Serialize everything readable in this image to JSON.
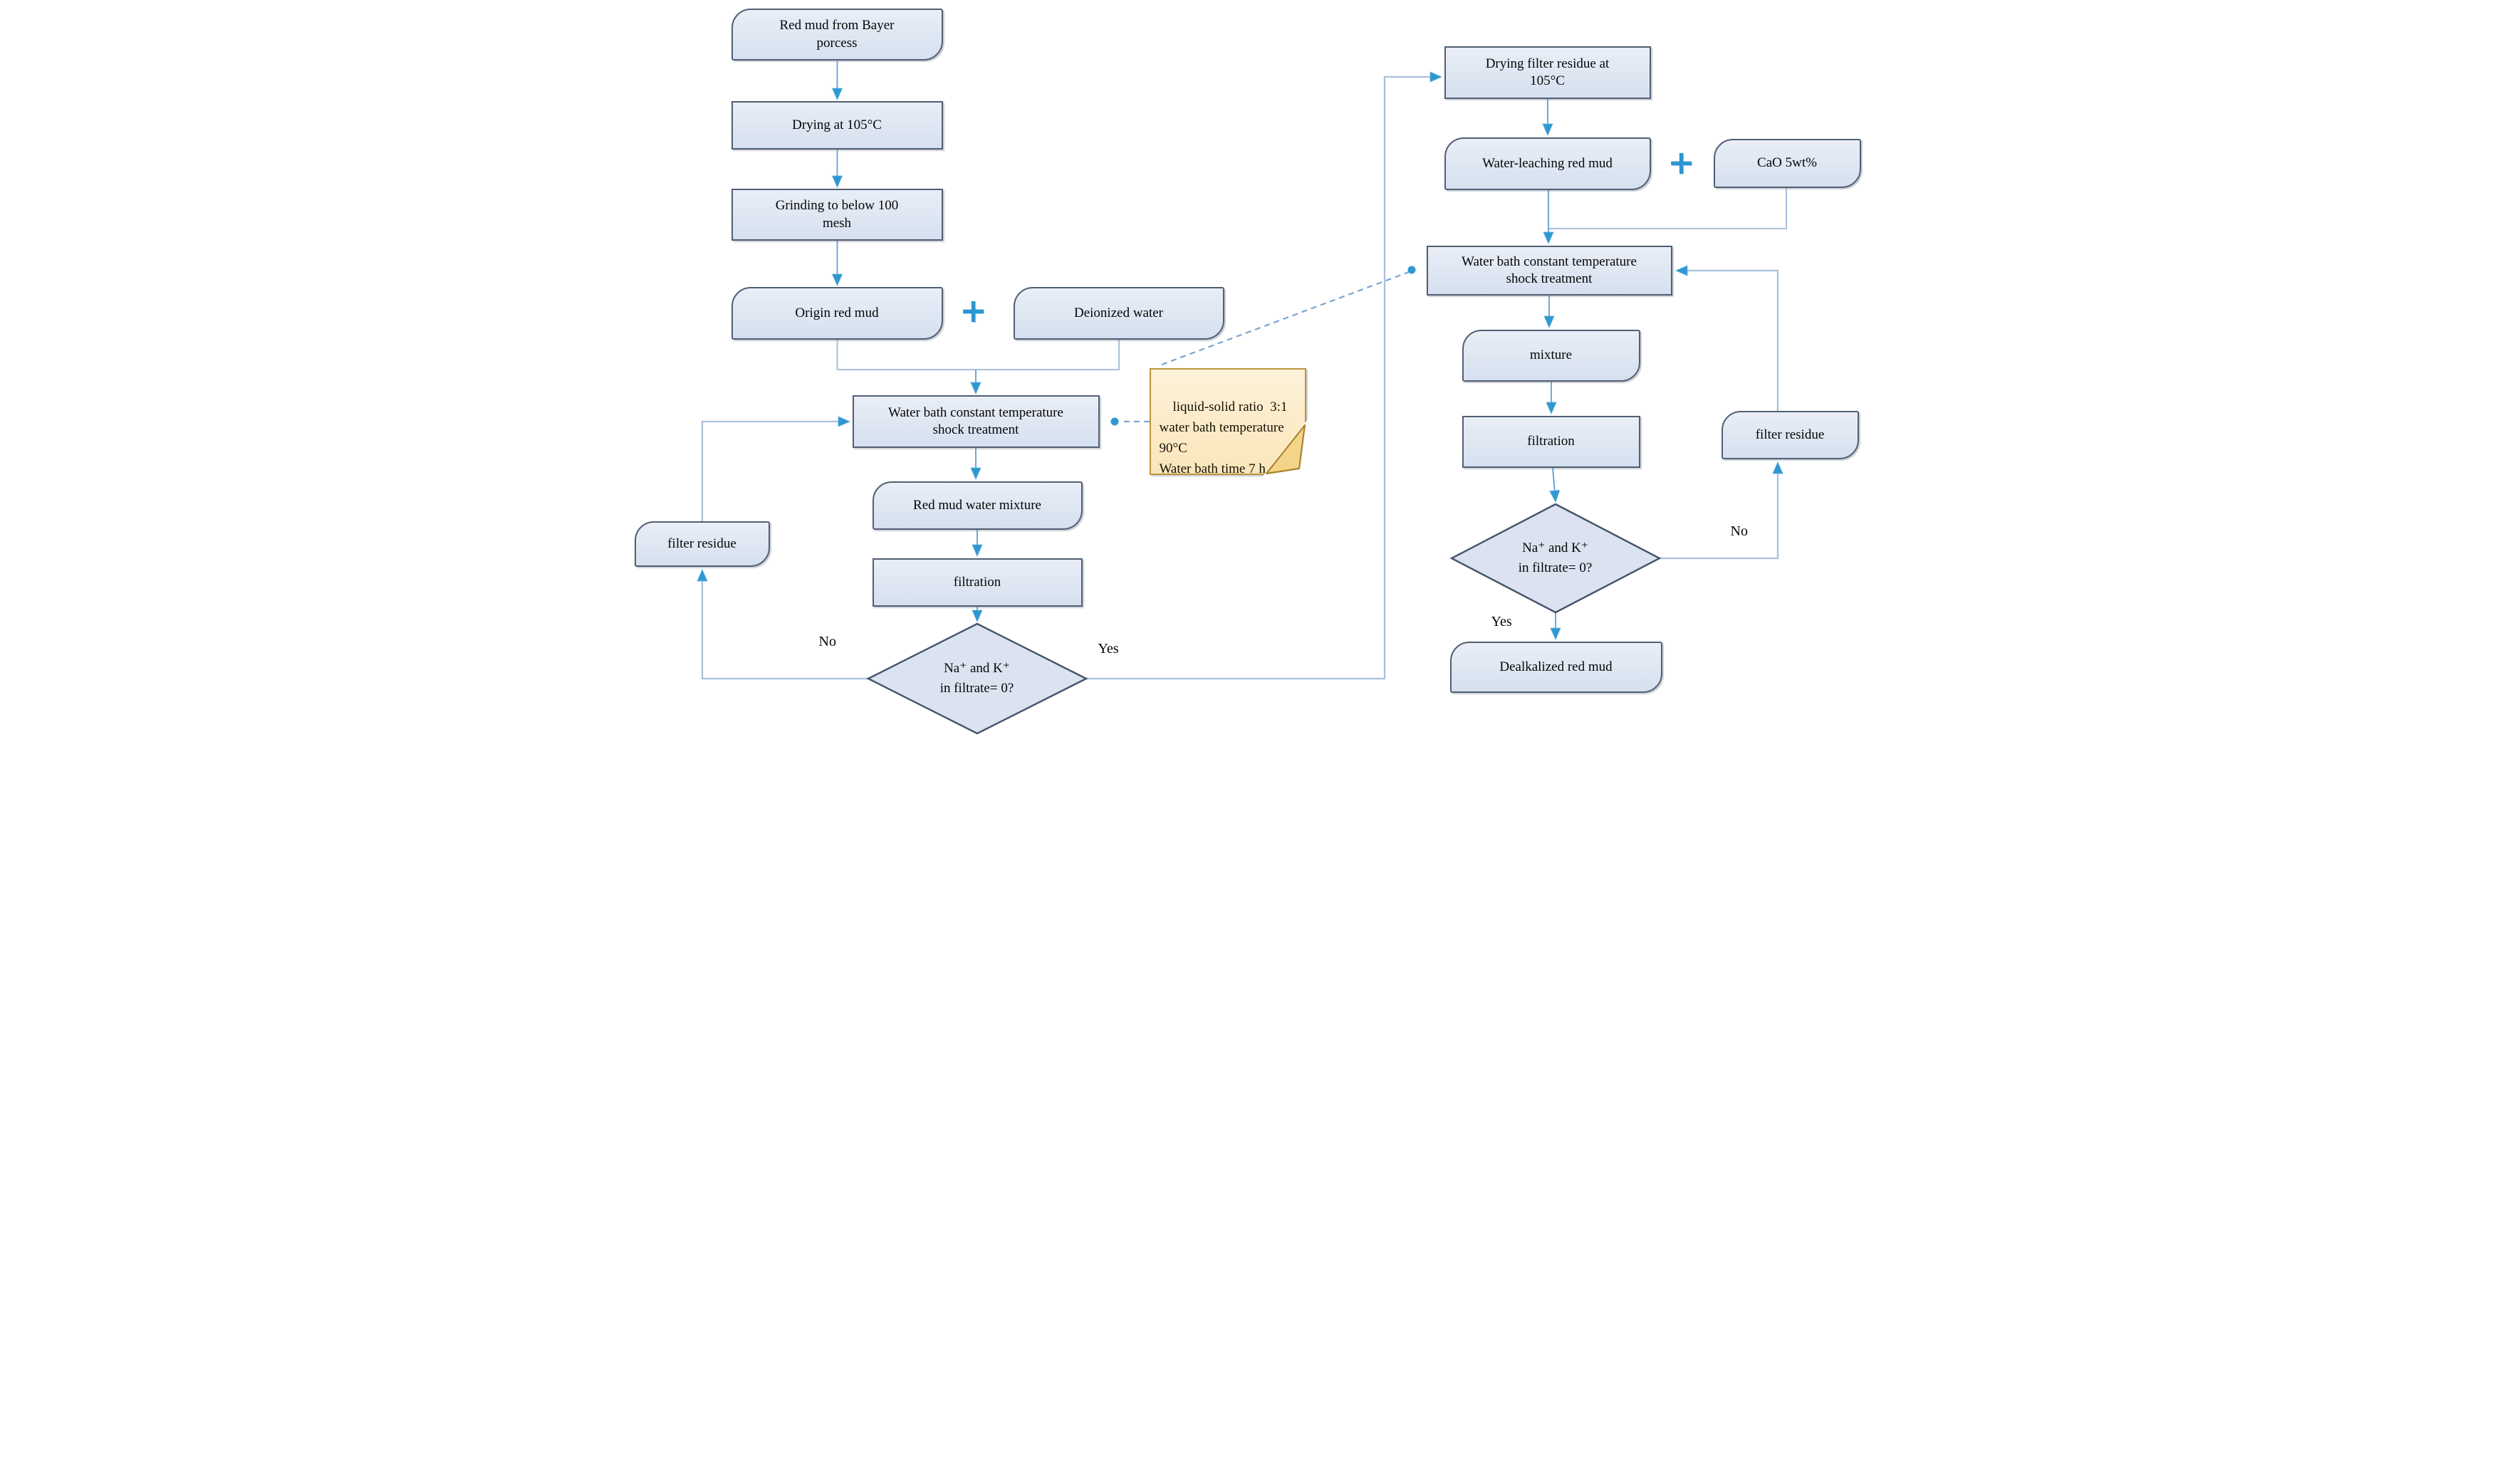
{
  "left": {
    "red_mud_bayer": "Red mud from Bayer porcess",
    "drying": "Drying at 105°C",
    "grinding": "Grinding to below 100 mesh",
    "origin_red_mud": "Origin red mud",
    "plus": "+",
    "deionized_water": "Deionized water",
    "water_bath": "Water bath constant temperature shock treatment",
    "red_mud_water_mixture": "Red mud water mixture",
    "filtration": "filtration",
    "decision_line1": "Na⁺ and K⁺",
    "decision_line2": "in filtrate= 0?",
    "filter_residue": "filter residue",
    "no": "No",
    "yes": "Yes"
  },
  "note": {
    "text": "liquid-solid ratio  3:1\nwater bath temperature\n90°C\nWater bath time 7 h"
  },
  "right": {
    "drying_filter_residue": "Drying filter residue at 105°C",
    "water_leaching": "Water-leaching red mud",
    "plus": "+",
    "cao": "CaO 5wt%",
    "water_bath": "Water bath constant temperature shock treatment",
    "mixture": "mixture",
    "filtration": "filtration",
    "decision_line1": "Na⁺ and K⁺",
    "decision_line2": "in filtrate= 0?",
    "filter_residue": "filter residue",
    "no": "No",
    "yes": "Yes",
    "dealkalized": "Dealkalized red mud"
  },
  "colors": {
    "node_fill": "#dce4f1",
    "node_border": "#515f73",
    "arrowhead_blue": "#2f98d2",
    "connector_blue": "#5f9fd3",
    "connector_light": "#a8c0da",
    "dashed_blue": "#7aa5d2",
    "note_fill": "#fceccb",
    "note_border": "#bb9636",
    "plus_blue": "#2b96d0"
  }
}
